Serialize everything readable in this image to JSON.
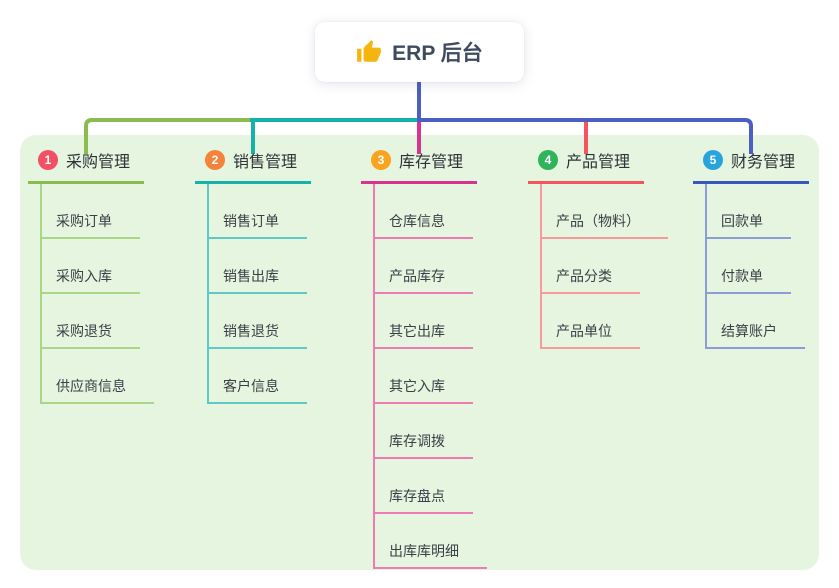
{
  "root_node": {
    "label": "ERP 后台",
    "icon": "thumbs-up-icon",
    "icon_color": "#f6b40e",
    "text_color": "#3e4a5e",
    "line_color": "#4a5ec4"
  },
  "canvas": {
    "background_color": "#e6f5e0"
  },
  "branches": [
    {
      "num": "1",
      "label": "采购管理",
      "badge_color": "#f25066",
      "line_color": "#8abd4d",
      "child_line_color": "#a9d687",
      "children": [
        "采购订单",
        "采购入库",
        "采购退货",
        "供应商信息"
      ]
    },
    {
      "num": "2",
      "label": "销售管理",
      "badge_color": "#f5823a",
      "line_color": "#14b2a9",
      "child_line_color": "#5ecac3",
      "children": [
        "销售订单",
        "销售出库",
        "销售退货",
        "客户信息"
      ]
    },
    {
      "num": "3",
      "label": "库存管理",
      "badge_color": "#f8a41e",
      "line_color": "#d63490",
      "child_line_color": "#f07ab2",
      "children": [
        "仓库信息",
        "产品库存",
        "其它出库",
        "其它入库",
        "库存调拨",
        "库存盘点",
        "出库库明细"
      ]
    },
    {
      "num": "4",
      "label": "产品管理",
      "badge_color": "#2fb45c",
      "line_color": "#f4555d",
      "child_line_color": "#f79a9e",
      "children": [
        "产品（物料）",
        "产品分类",
        "产品单位"
      ]
    },
    {
      "num": "5",
      "label": "财务管理",
      "badge_color": "#29a3dc",
      "line_color": "#3a57c0",
      "child_line_color": "#8b9cd9",
      "children": [
        "回款单",
        "付款单",
        "结算账户"
      ]
    }
  ]
}
